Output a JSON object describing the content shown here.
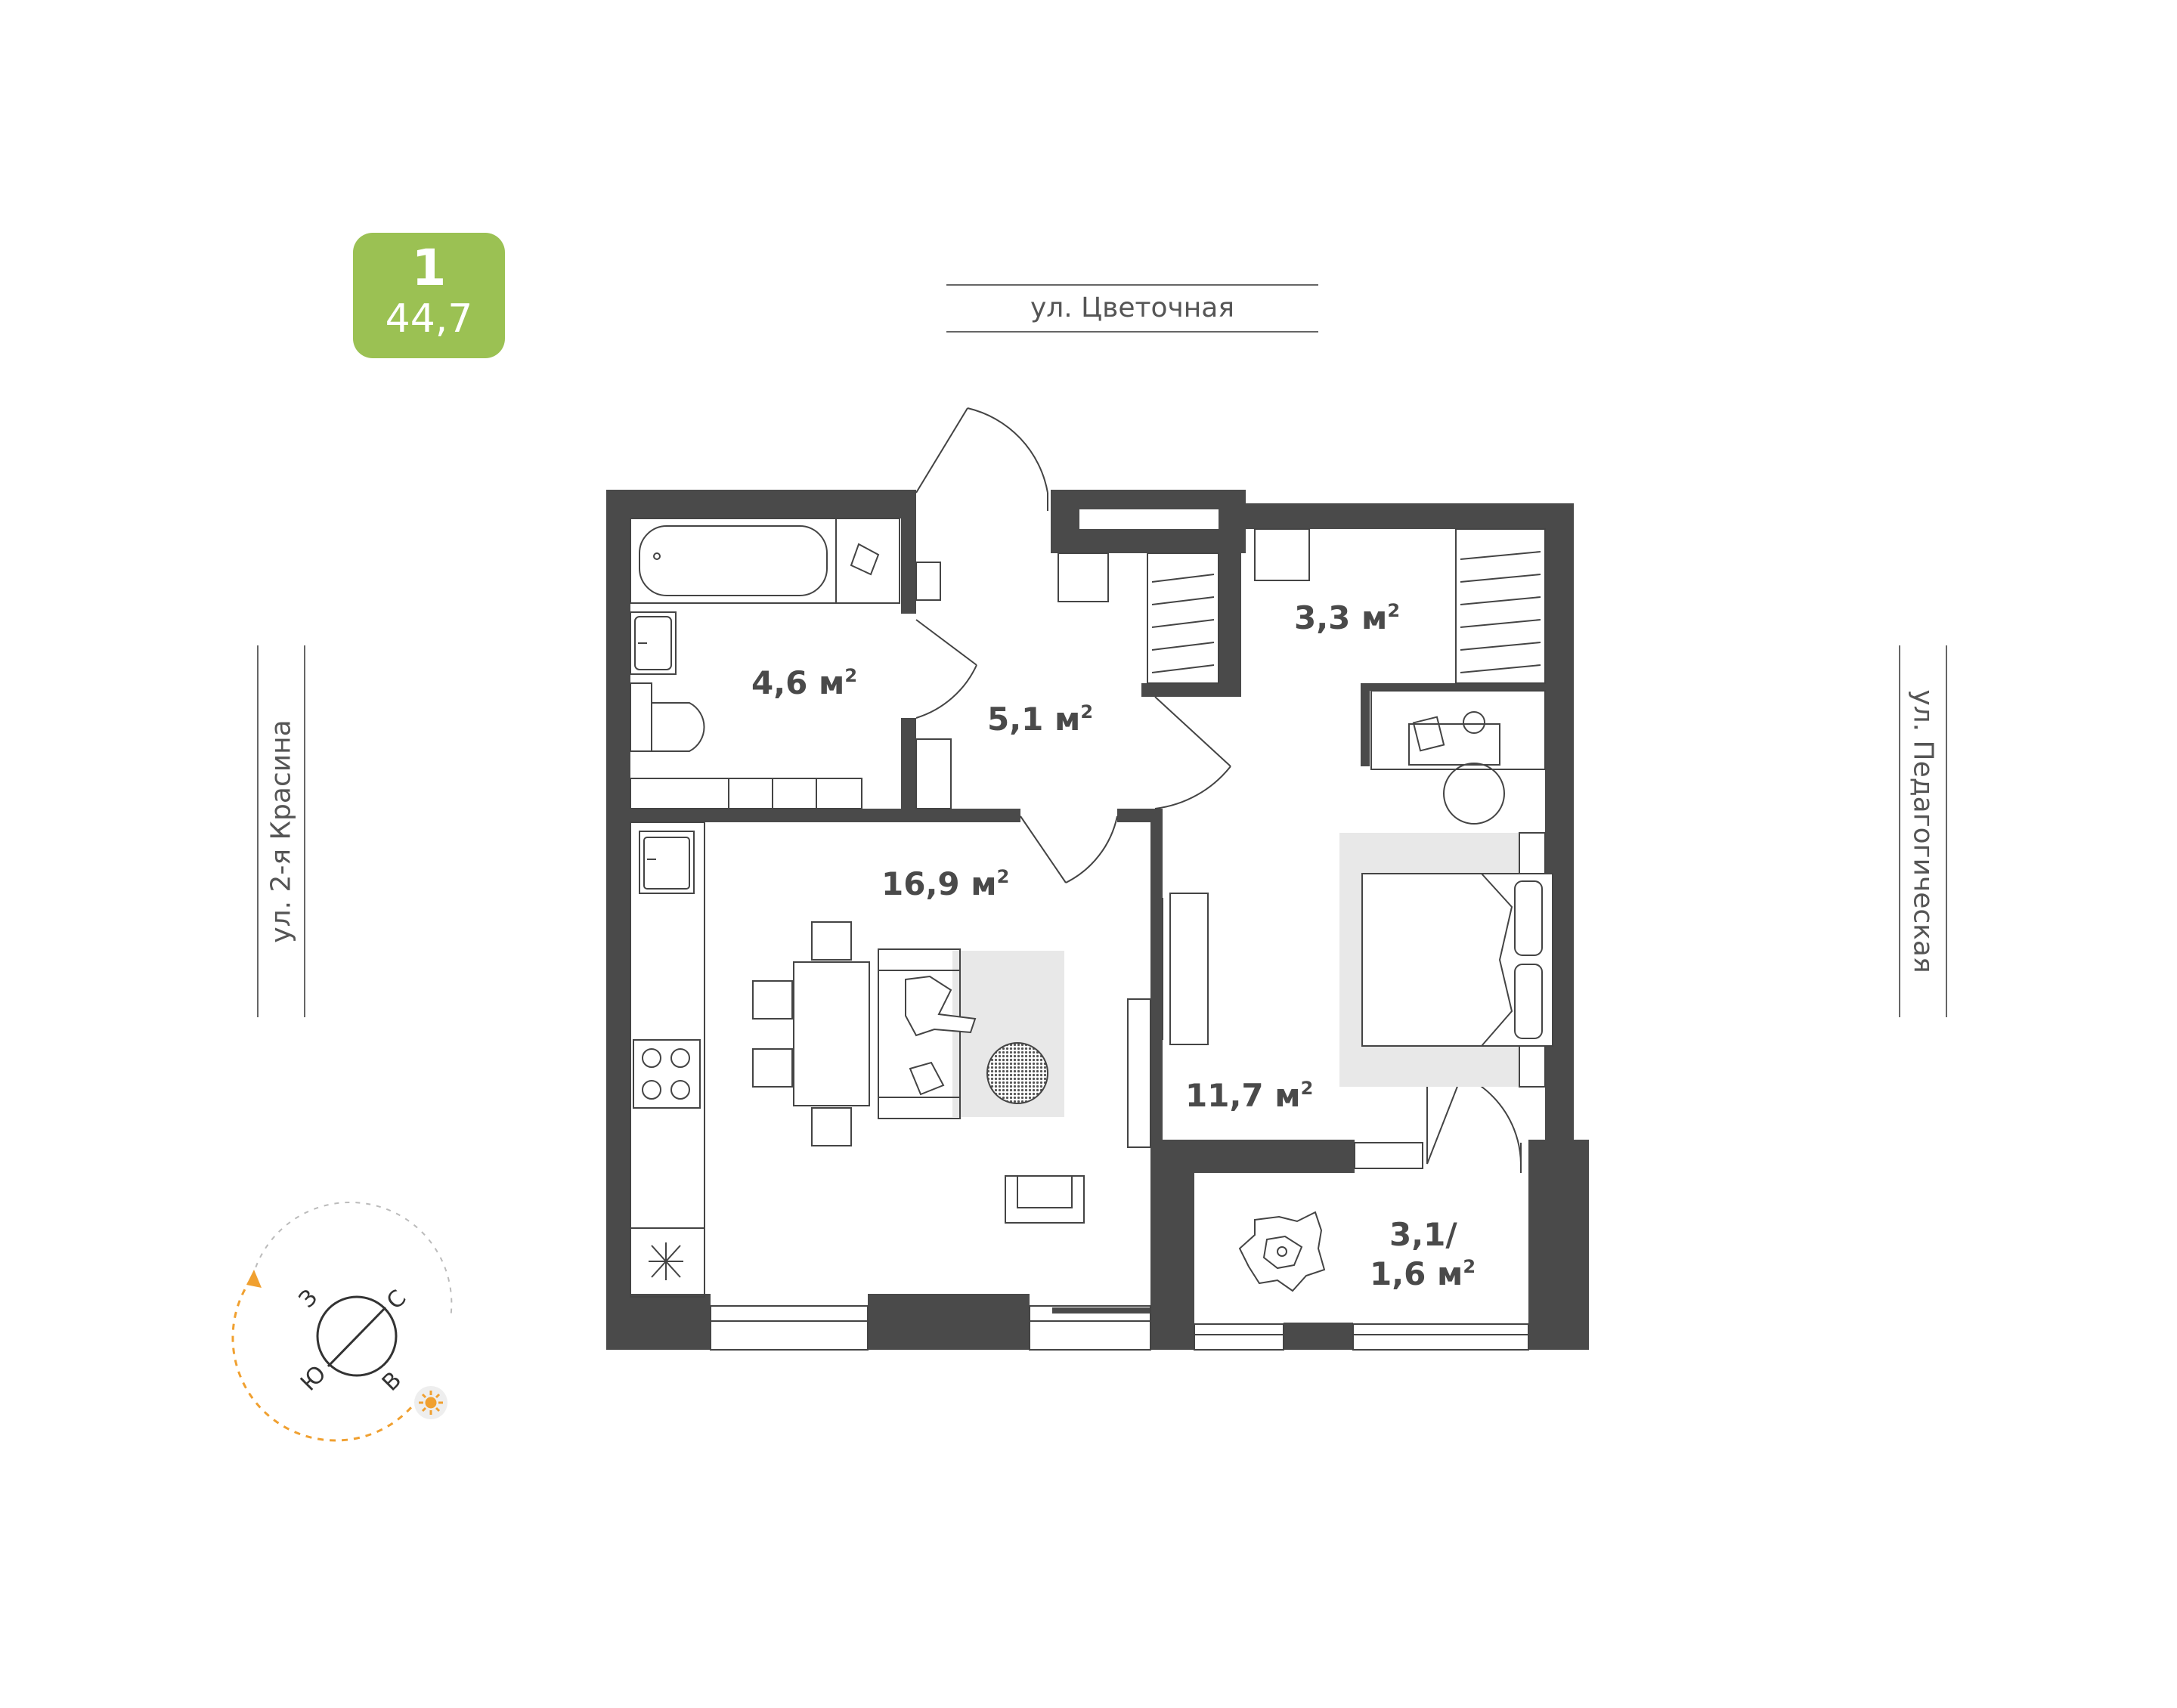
{
  "badge": {
    "rooms": "1",
    "area": "44,7",
    "color": "#9bc153"
  },
  "streets": {
    "top": "ул. Цветочная",
    "left": "ул. 2-я Красина",
    "right": "ул. Педагогическая"
  },
  "rooms": [
    {
      "id": "bathroom",
      "value": "4,6 м",
      "sup": "2"
    },
    {
      "id": "hallway",
      "value": "5,1 м",
      "sup": "2"
    },
    {
      "id": "wardrobe",
      "value": "3,3 м",
      "sup": "2"
    },
    {
      "id": "kitchen-living",
      "value": "16,9 м",
      "sup": "2"
    },
    {
      "id": "bedroom",
      "value": "11,7 м",
      "sup": "2"
    },
    {
      "id": "balcony",
      "value": "3,1/",
      "line2": "1,6 м",
      "sup": "2"
    }
  ],
  "compass": {
    "north": "С",
    "west": "З",
    "south": "Ю",
    "east": "В"
  },
  "colors": {
    "wall": "#4a4a4a",
    "line": "#444444",
    "rug": "#e8e8e8",
    "sun": "#f0a030"
  }
}
